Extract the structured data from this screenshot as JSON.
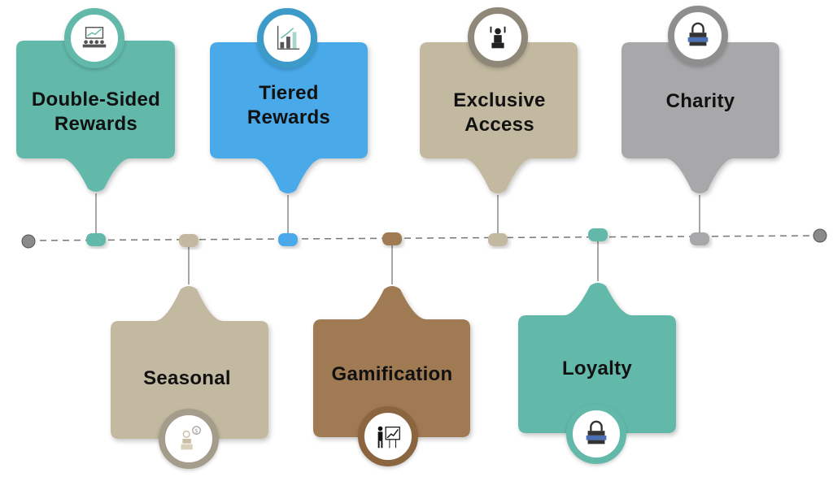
{
  "colors": {
    "teal": "#62b9aa",
    "blue": "#4aa9e9",
    "beige": "#c3b9a0",
    "gray": "#a8a8aa",
    "brown": "#a07a52",
    "timeline": "#777777"
  },
  "top_items": [
    {
      "label": "Double-Sided Rewards",
      "line1": "Double-Sided",
      "line2": "Rewards",
      "icon": "presentation-audience-icon",
      "color": "teal"
    },
    {
      "label": "Tiered Rewards",
      "line1": "Tiered",
      "line2": "Rewards",
      "icon": "bar-chart-growth-icon",
      "color": "blue"
    },
    {
      "label": "Exclusive Access",
      "line1": "Exclusive",
      "line2": "Access",
      "icon": "vip-person-icon",
      "color": "beige"
    },
    {
      "label": "Charity",
      "line1": "Charity",
      "icon": "shopping-bag-icon",
      "color": "gray"
    }
  ],
  "bottom_items": [
    {
      "label": "Seasonal",
      "icon": "speaker-dollar-icon",
      "color": "beige"
    },
    {
      "label": "Gamification",
      "icon": "presenter-chart-icon",
      "color": "brown"
    },
    {
      "label": "Loyalty",
      "icon": "shopping-bag-icon",
      "color": "teal"
    }
  ]
}
